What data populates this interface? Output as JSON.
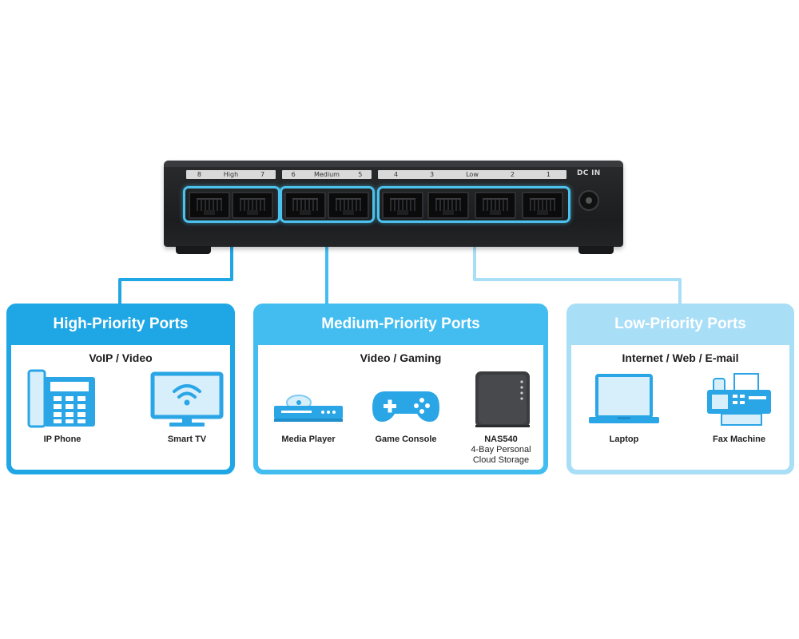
{
  "switch": {
    "strip_high": [
      "8",
      "High",
      "7"
    ],
    "strip_medium": [
      "6",
      "Medium",
      "5"
    ],
    "strip_low": [
      "4",
      "3",
      "Low",
      "2",
      "1"
    ],
    "dc_in": "DC IN",
    "highlight_color": "#4cc3ee"
  },
  "cards": {
    "high": {
      "title": "High-Priority Ports",
      "subtitle": "VoIP / Video",
      "color": "#1fa7e5",
      "devices": [
        {
          "icon": "ip-phone-icon",
          "label": "IP Phone"
        },
        {
          "icon": "smart-tv-icon",
          "label": "Smart TV"
        }
      ]
    },
    "medium": {
      "title": "Medium-Priority Ports",
      "subtitle": "Video / Gaming",
      "color": "#43bdf0",
      "devices": [
        {
          "icon": "media-player-icon",
          "label": "Media Player"
        },
        {
          "icon": "game-console-icon",
          "label": "Game Console"
        },
        {
          "icon": "nas-icon",
          "label": "NAS540",
          "sub1": "4-Bay Personal",
          "sub2": "Cloud Storage"
        }
      ]
    },
    "low": {
      "title": "Low-Priority Ports",
      "subtitle": "Internet / Web / E-mail",
      "color": "#a9def7",
      "devices": [
        {
          "icon": "laptop-icon",
          "label": "Laptop"
        },
        {
          "icon": "fax-machine-icon",
          "label": "Fax Machine"
        }
      ]
    }
  }
}
